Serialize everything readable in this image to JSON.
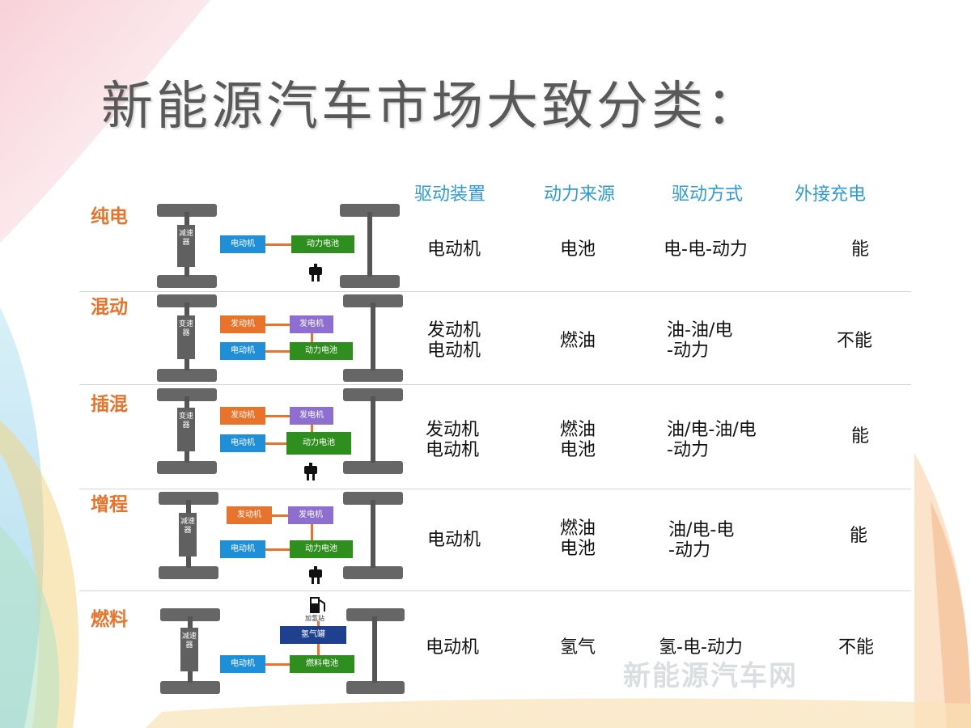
{
  "title": "新能源汽车市场大致分类：",
  "columns": [
    "驱动装置",
    "动力来源",
    "驱动方式",
    "外接充电"
  ],
  "rows": [
    {
      "label": "纯电",
      "drive": [
        "电动机"
      ],
      "source": [
        "电池"
      ],
      "mode": [
        "电-电-动力"
      ],
      "charge": "能",
      "diagram": {
        "gearbox": "减速器",
        "boxes": [
          "电动机",
          "动力电池"
        ]
      }
    },
    {
      "label": "混动",
      "drive": [
        "发动机",
        "电动机"
      ],
      "source": [
        "燃油"
      ],
      "mode": [
        "油-油/电",
        "-动力"
      ],
      "charge": "不能",
      "diagram": {
        "gearbox": "变速器",
        "boxes": [
          "发动机",
          "发电机",
          "电动机",
          "动力电池"
        ]
      }
    },
    {
      "label": "插混",
      "drive": [
        "发动机",
        "电动机"
      ],
      "source": [
        "燃油",
        "电池"
      ],
      "mode": [
        "油/电-油/电",
        "-动力"
      ],
      "charge": "能",
      "diagram": {
        "gearbox": "变速器",
        "boxes": [
          "发动机",
          "发电机",
          "电动机",
          "动力电池"
        ]
      }
    },
    {
      "label": "增程",
      "drive": [
        "电动机"
      ],
      "source": [
        "燃油",
        "电池"
      ],
      "mode": [
        "油/电-电",
        "-动力"
      ],
      "charge": "能",
      "diagram": {
        "gearbox": "减速器",
        "boxes": [
          "发动机",
          "发电机",
          "电动机",
          "动力电池"
        ]
      }
    },
    {
      "label": "燃料",
      "drive": [
        "电动机"
      ],
      "source": [
        "氢气"
      ],
      "mode": [
        "氢-电-动力"
      ],
      "charge": "不能",
      "diagram": {
        "gearbox": "减速器",
        "boxes": [
          "加氢站",
          "氢气罐",
          "电动机",
          "燃料电池"
        ]
      }
    }
  ],
  "watermark": "新能源汽车网",
  "colors": {
    "header": "#2e9bd6",
    "row_label": "#e8742b",
    "motor": "#1f8fd8",
    "battery": "#2f8f1e",
    "engine": "#e8742b",
    "generator": "#8e6fd0",
    "tank": "#1f3f8f"
  }
}
